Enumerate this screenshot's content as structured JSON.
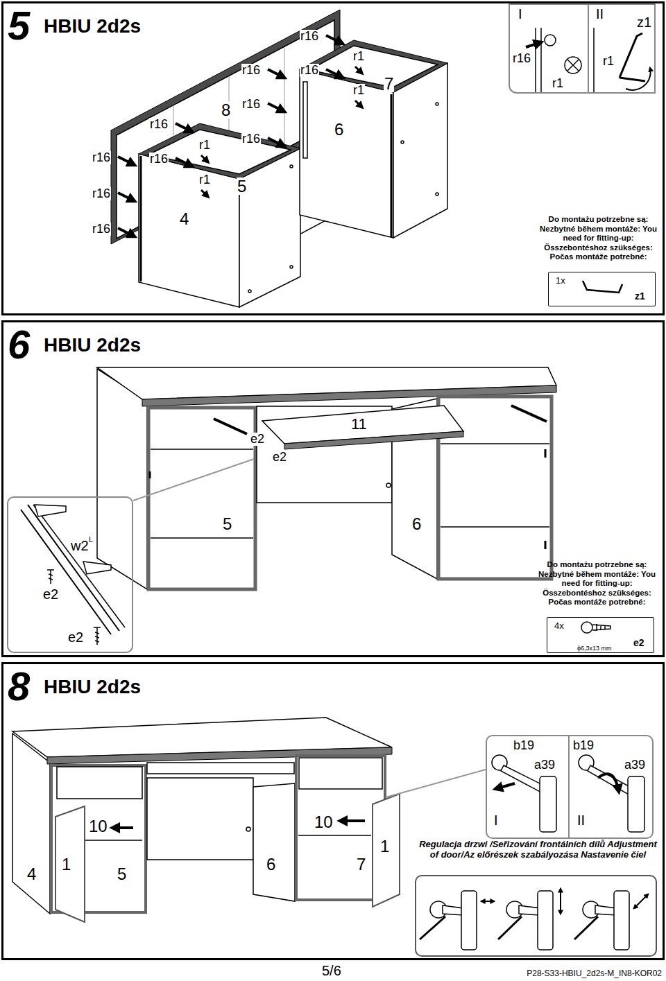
{
  "diagram": {
    "nodes": [
      {
        "text": [
          "5",
          "HBIU 2d2s"
        ]
      },
      {
        "text": [
          "I",
          "II",
          "z1",
          "r16",
          "r1",
          "r1"
        ],
        "in": 0
      },
      {
        "text": [
          "Do montażu potrzebne są: Nezbytné během montáže: You need for fitting-up: Összebontéshoz szükséges: Počas montáže potrebné:",
          "1x",
          "z1"
        ],
        "in": 0
      },
      {
        "text": [
          "6",
          "HBIU 2d2s"
        ]
      },
      {
        "text": [
          "w2",
          "L",
          "e2",
          "e2"
        ],
        "in": 3
      },
      {
        "text": [
          "Do montażu potrzebne są: Nezbytné během montáže: You need for fitting-up: Összebontéshoz szükséges: Počas montáže potrebné:",
          "4x",
          "ϕ6,3x13 mm",
          "e2"
        ],
        "in": 3
      },
      {
        "text": [
          "8",
          "HBIU 2d2s"
        ]
      },
      {
        "text": [
          "b19",
          "a39",
          "b19",
          "a39",
          "I",
          "II"
        ],
        "in": 6
      },
      {
        "text": [
          "Regulacja drzwi /Seřizování frontálních dílů Adjustment of door/Az előrészek szabályozása Nastavenie čiel"
        ],
        "in": 6
      }
    ],
    "labels": [
      "r16",
      "r1",
      "r16",
      "r16",
      "r1",
      "r16",
      "8",
      "r16",
      "r16",
      "6",
      "r1",
      "r16",
      "r16",
      "r1",
      "5",
      "r16",
      "4",
      "r16",
      "7",
      "11",
      "e2",
      "e2",
      "5",
      "6",
      "10",
      "10",
      "1",
      "1",
      "4",
      "5",
      "6",
      "7",
      "5/6",
      "P28-S33-HBIU_2d2s-M_IN8-KOR02"
    ]
  }
}
